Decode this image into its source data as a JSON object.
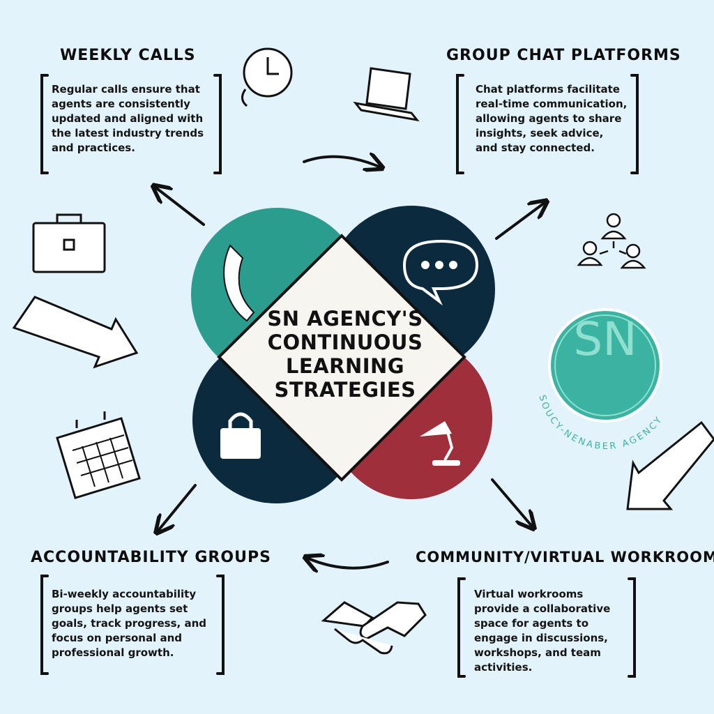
{
  "center": {
    "line1": "SN AGENCY'S",
    "line2": "CONTINUOUS",
    "line3": "LEARNING",
    "line4": "STRATEGIES"
  },
  "sections": {
    "weekly_calls": {
      "title": "WEEKLY CALLS",
      "description": "Regular calls ensure that agents are consistently updated and aligned with the latest industry trends and practices."
    },
    "group_chat": {
      "title": "GROUP CHAT PLATFORMS",
      "description": "Chat platforms facilitate real-time communication, allowing agents to share insights, seek advice, and stay connected."
    },
    "accountability": {
      "title": "ACCOUNTABILITY GROUPS",
      "description": "Bi-weekly accountability groups help agents set goals, track progress, and focus on personal and professional growth."
    },
    "community": {
      "title": "COMMUNITY/VIRTUAL WORKROOM",
      "description": "Virtual workrooms provide a collaborative space for agents to engage in discussions, workshops, and team activities."
    }
  },
  "logo": {
    "letters": "SN",
    "tagline": "SOUCY-NENABER AGENCY"
  },
  "colors": {
    "background": "#e3f3fb",
    "teal": "#2a9d8f",
    "navy": "#0b2a3e",
    "red": "#9e2f3b",
    "center": "#f7f5ef",
    "logo": "#3bb3a3"
  },
  "icons": {
    "teal_petal": "phone-icon",
    "navy_top_petal": "chat-bubble-icon",
    "navy_bottom_petal": "shopping-bag-icon",
    "red_petal": "desk-lamp-icon"
  }
}
